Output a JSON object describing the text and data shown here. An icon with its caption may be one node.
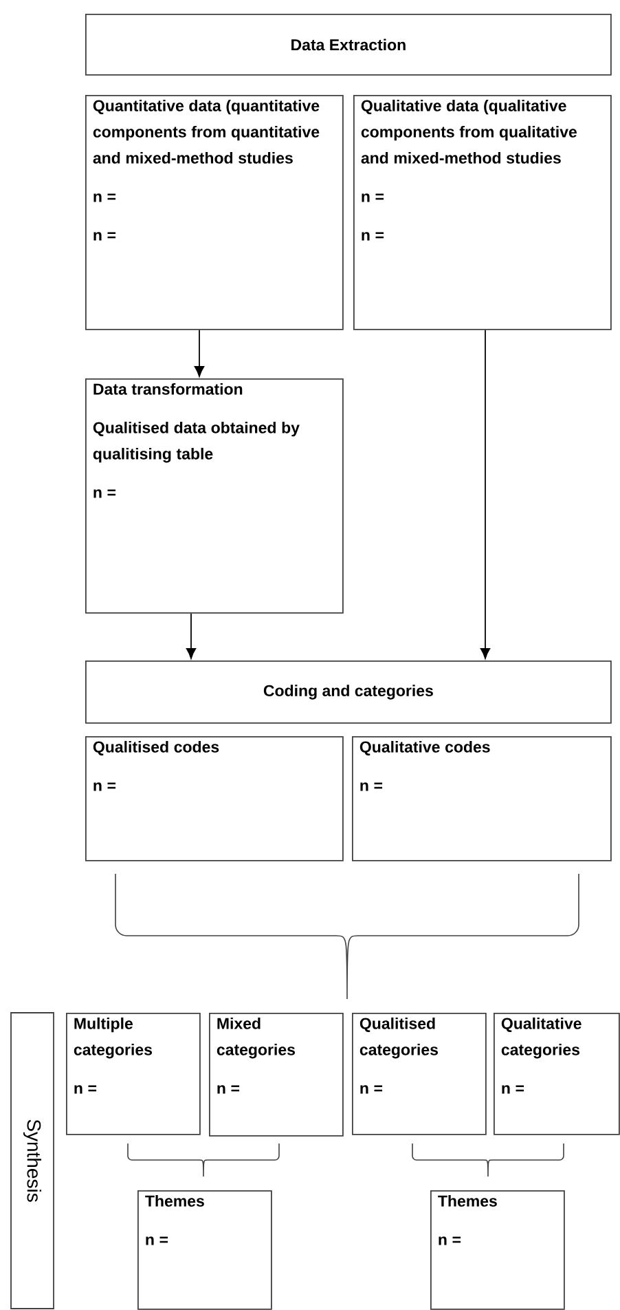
{
  "diagram": {
    "nodes": [
      {
        "text": [
          "Data Extraction"
        ]
      },
      {
        "text": [
          "Quantitative data (quantitative components from quantitative and mixed-method studies",
          "n =",
          "n ="
        ]
      },
      {
        "text": [
          "Qualitative data (qualitative components from qualitative and mixed-method studies",
          "n =",
          "n ="
        ]
      },
      {
        "text": [
          "Data transformation",
          "Qualitised data obtained by qualitising table",
          "n ="
        ]
      },
      {
        "text": [
          "Coding and categories"
        ]
      },
      {
        "text": [
          "Qualitised codes",
          "n ="
        ]
      },
      {
        "text": [
          "Qualitative codes",
          "n ="
        ]
      },
      {
        "text": [
          "Synthesis"
        ]
      },
      {
        "text": [
          "Multiple categories",
          "n ="
        ]
      },
      {
        "text": [
          "Mixed categories",
          "n ="
        ]
      },
      {
        "text": [
          "Qualitised categories",
          "n ="
        ]
      },
      {
        "text": [
          "Qualitative categories",
          "n ="
        ]
      },
      {
        "text": [
          "Themes",
          "n ="
        ]
      },
      {
        "text": [
          "Themes",
          "n ="
        ]
      }
    ],
    "edges": [
      {
        "from": 1,
        "to": 3,
        "arrow": "to"
      },
      {
        "from": 2,
        "to": 4,
        "arrow": "to"
      },
      {
        "from": 3,
        "to": 4,
        "arrow": "to"
      }
    ]
  }
}
